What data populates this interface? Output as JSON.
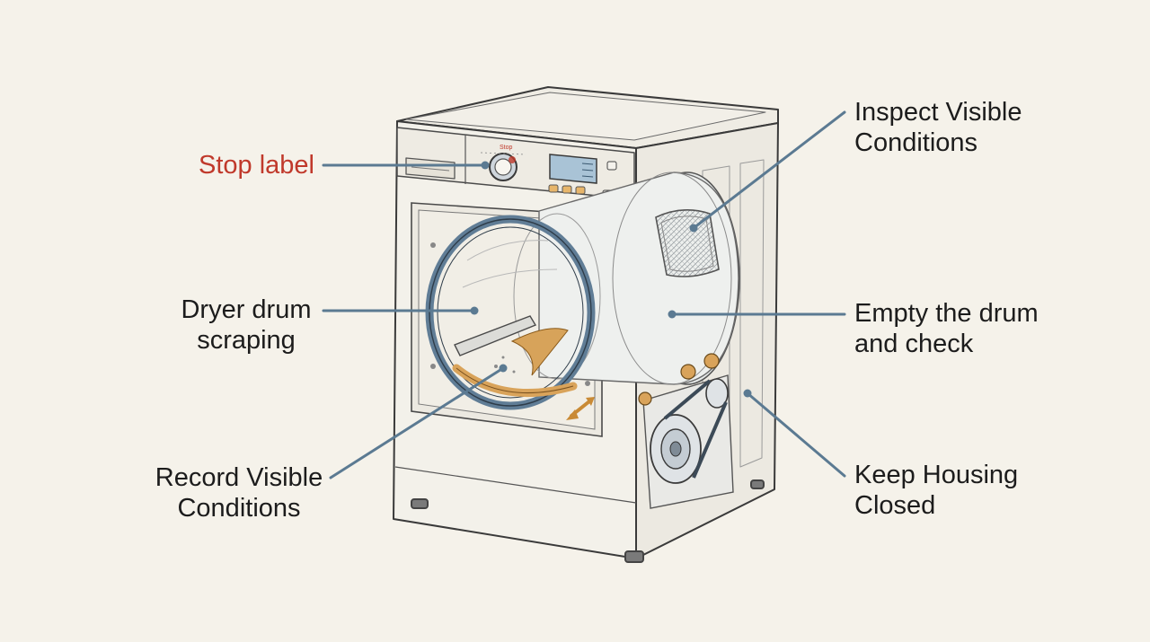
{
  "diagram": {
    "colors": {
      "background": "#f5f2ea",
      "leader_line": "#5b7a92",
      "stop_label": "#c0392b",
      "text": "#1c1c1c",
      "door_ring": "#607d96",
      "belt_accent": "#d9a35a"
    },
    "callouts": {
      "stop_label": {
        "lines": [
          "Stop label"
        ]
      },
      "dryer_drum": {
        "lines": [
          "Dryer drum",
          "scraping"
        ]
      },
      "record_conditions": {
        "lines": [
          "Record Visible",
          "Conditions"
        ]
      },
      "inspect_conditions": {
        "lines": [
          "Inspect Visible",
          "Conditions"
        ]
      },
      "empty_drum": {
        "lines": [
          "Empty the drum",
          "and check"
        ]
      },
      "keep_housing": {
        "lines": [
          "Keep Housing",
          "Closed"
        ]
      }
    },
    "icons": [
      "dryer-cabinet-icon",
      "control-knob-icon",
      "display-panel-icon",
      "door-ring-icon",
      "drum-icon",
      "lint-filter-icon",
      "motor-pulley-icon",
      "drive-belt-icon",
      "arrow-icon"
    ]
  }
}
